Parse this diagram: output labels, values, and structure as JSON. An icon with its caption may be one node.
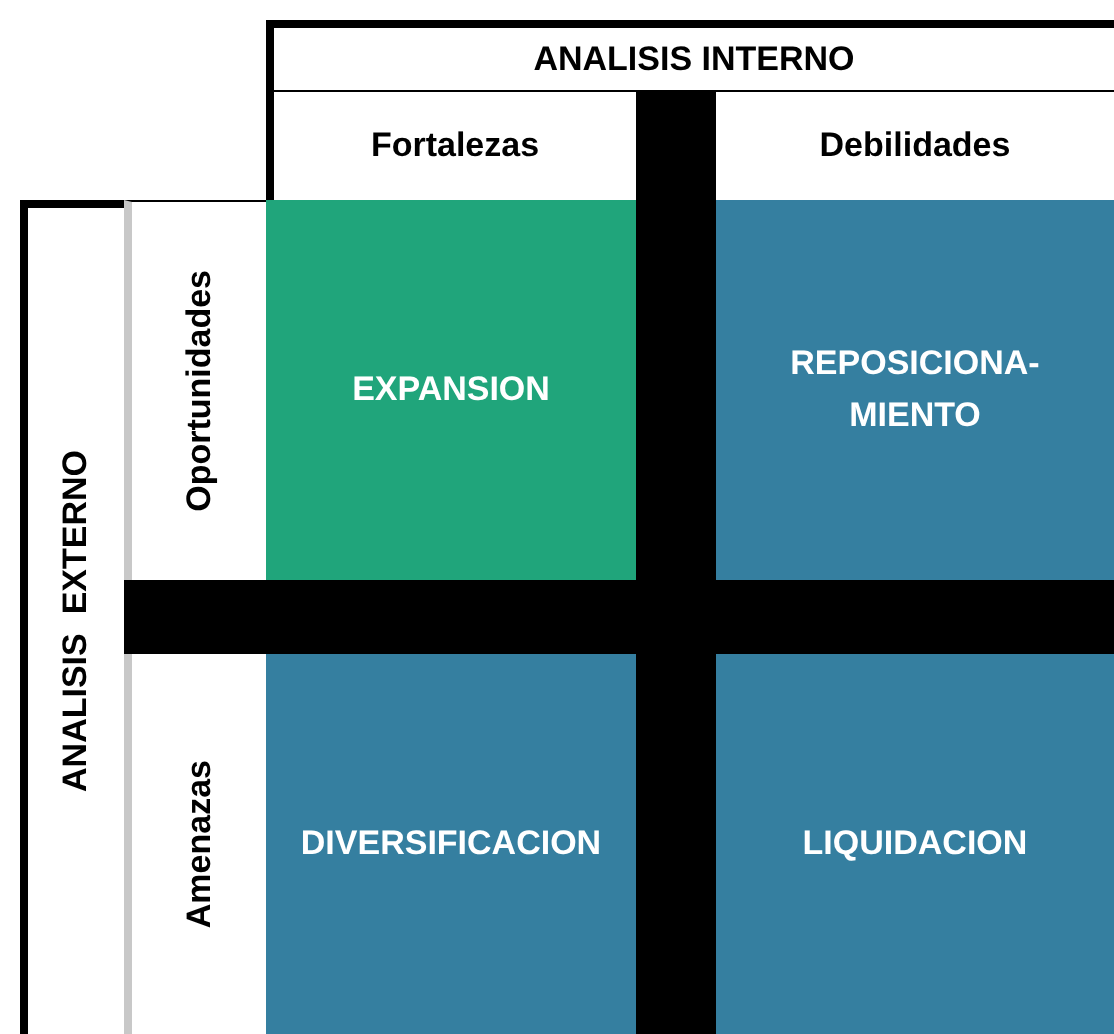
{
  "diagram": {
    "nodes": [
      {
        "text": [
          "ANALISIS INTERNO"
        ]
      },
      {
        "text": [
          "Fortalezas"
        ]
      },
      {
        "text": [
          "Debilidades"
        ]
      },
      {
        "text": [
          "ANALISIS  EXTERNO"
        ]
      },
      {
        "text": [
          "Oportunidades"
        ]
      },
      {
        "text": [
          "EXPANSION"
        ]
      },
      {
        "text": [
          "REPOSICIONA- MIENTO"
        ]
      },
      {
        "text": [
          "Amenazas"
        ]
      },
      {
        "text": [
          "DIVERSIFICACION"
        ]
      },
      {
        "text": [
          "LIQUIDACION"
        ]
      },
      {
        "text": [],
        "shape": "bar"
      },
      {
        "text": [],
        "shape": "bar"
      }
    ]
  }
}
